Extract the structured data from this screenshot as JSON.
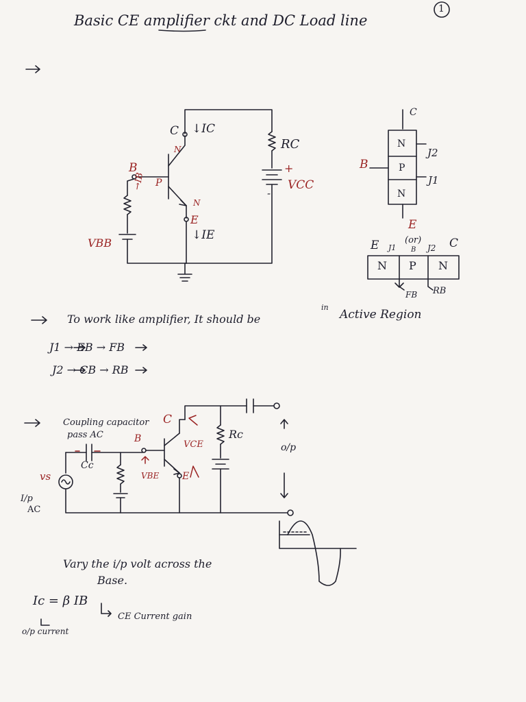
{
  "header": {
    "title": "Basic CE amplifier ckt and DC Load line",
    "page_number": "1"
  },
  "circuit1": {
    "collector": "C",
    "ic": "↓IC",
    "rc": "RC",
    "plus": "+",
    "vcc": "VCC",
    "minus": "-",
    "base": "B",
    "ib": "→IB",
    "p": "P",
    "n_top": "N",
    "n_bottom": "N",
    "emitter": "E",
    "ie": "↓IE",
    "vbb": "VBB"
  },
  "junction_diagram": {
    "c": "C",
    "n1": "N",
    "p": "P",
    "n2": "N",
    "j2": "J2",
    "j1": "J1",
    "b": "B",
    "e": "E"
  },
  "npn_strip": {
    "e": "E",
    "j1": "J1",
    "or": "(or)",
    "b": "B",
    "j2": "J2",
    "c": "C",
    "cells": [
      "N",
      "P",
      "N"
    ],
    "fb": "FB",
    "rb": "RB"
  },
  "notes": {
    "line1_arrow": "→",
    "line1_a": "To work like amplifier, It should be",
    "line1_in": "in",
    "line1_b": "Active Region",
    "j1_line": "J1 → EB → FB",
    "j2_line": "J2 → CB → RB",
    "section_arrow": "→"
  },
  "circuit2": {
    "coupling_label": "Coupling capacitor",
    "pass_ac": "pass AC",
    "b": "B",
    "c": "C",
    "vce": "VCE",
    "rc": "Rc",
    "cc": "Cc",
    "vbe": "VBE",
    "e": "E",
    "vs": "vs",
    "ip": "I/p",
    "ac": "AC",
    "op": "o/p"
  },
  "footer": {
    "vary1": "Vary the i/p volt across the",
    "vary2": "Base.",
    "eq": "Ic = β IB",
    "gain": "CE Current gain",
    "op_current": "o/p current"
  }
}
